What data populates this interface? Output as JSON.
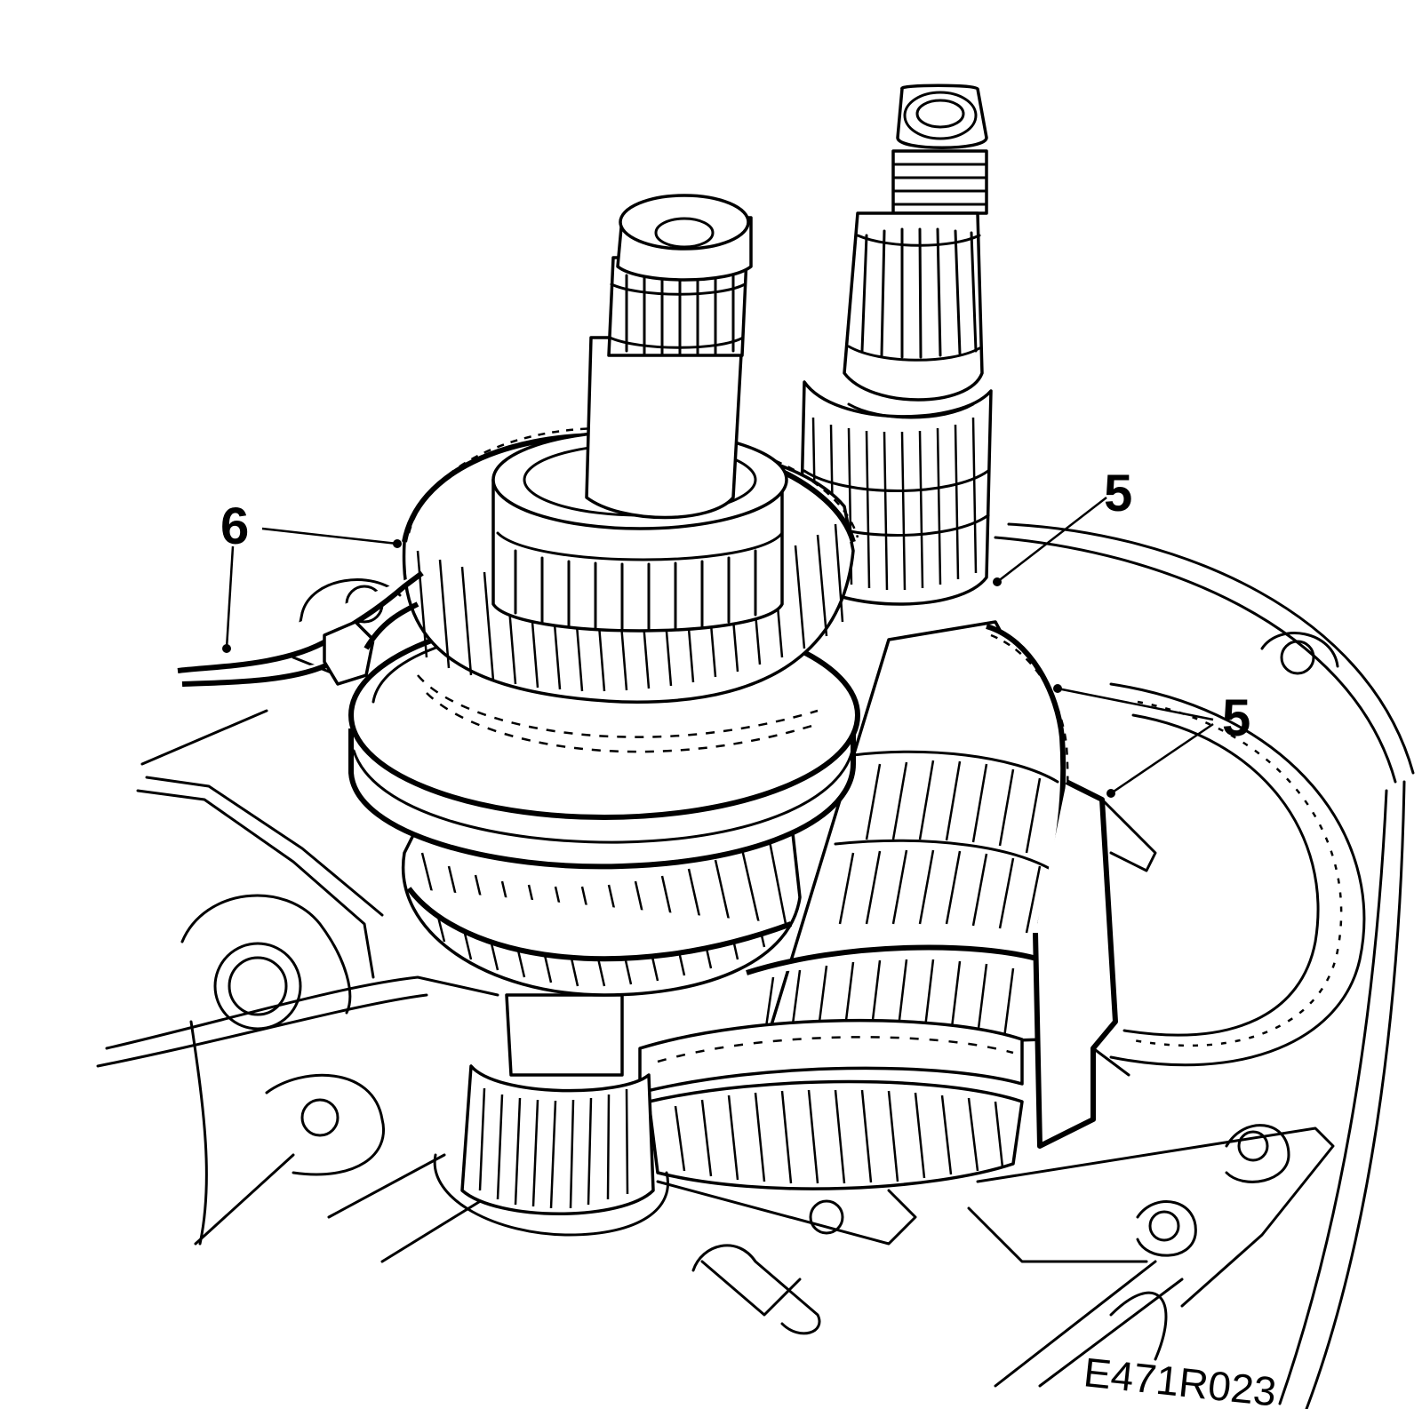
{
  "callouts": [
    {
      "id": "label-6",
      "text": "6"
    },
    {
      "id": "label-5a",
      "text": "5"
    },
    {
      "id": "label-5b",
      "text": "5"
    }
  ],
  "reference_code": "E471R023"
}
